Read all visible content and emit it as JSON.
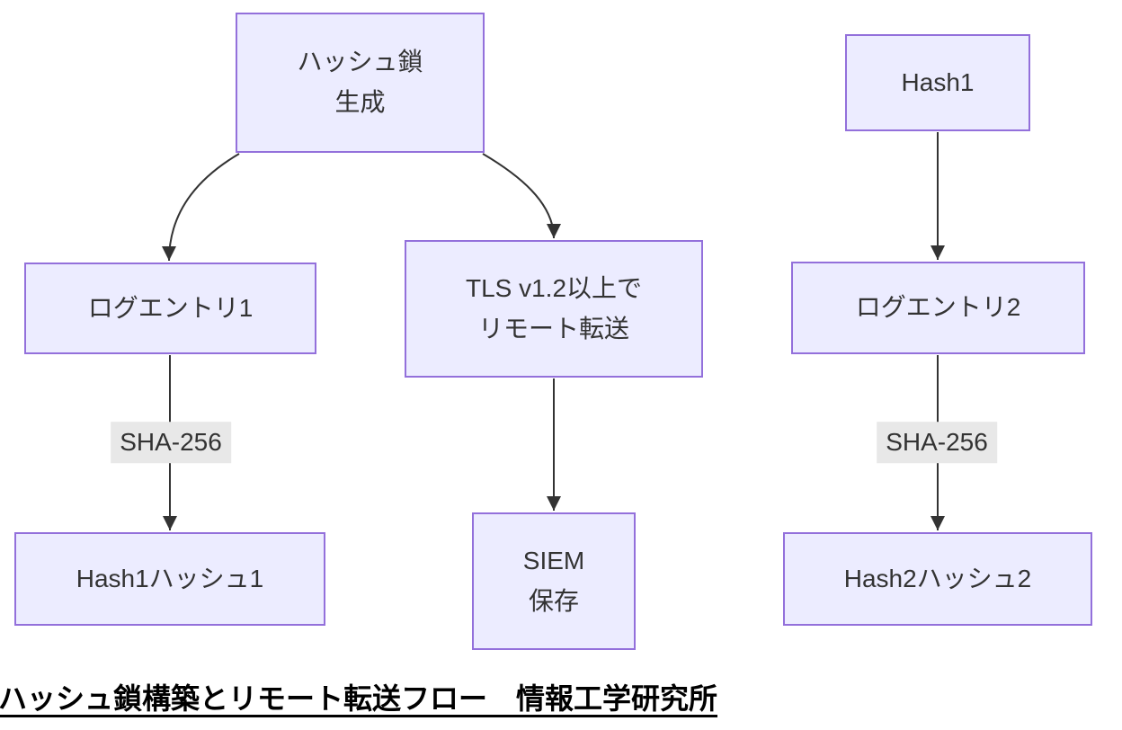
{
  "colors": {
    "node_fill": "#ECECFF",
    "node_border": "#9370DB",
    "node_text": "#333333",
    "edge_color": "#333333",
    "edge_label_bg": "#e8e8e8",
    "title_color": "#000000",
    "background": "#ffffff"
  },
  "diagram": {
    "type": "flowchart",
    "title": "ハッシュ鎖構築とリモート転送フロー　情報工学研究所",
    "nodes": {
      "hash_chain_gen": {
        "line1": "ハッシュ鎖",
        "line2": "生成"
      },
      "log_entry_1": {
        "label": "ログエントリ1"
      },
      "tls_transfer": {
        "line1": "TLS v1.2以上で",
        "line2": "リモート転送"
      },
      "hash1_hash1": {
        "label": "Hash1ハッシュ1"
      },
      "siem_store": {
        "line1": "SIEM",
        "line2": "保存"
      },
      "hash1": {
        "label": "Hash1"
      },
      "log_entry_2": {
        "label": "ログエントリ2"
      },
      "hash2_hash2": {
        "label": "Hash2ハッシュ2"
      }
    },
    "edges": [
      {
        "from": "hash_chain_gen",
        "to": "log_entry_1",
        "label": ""
      },
      {
        "from": "hash_chain_gen",
        "to": "tls_transfer",
        "label": ""
      },
      {
        "from": "log_entry_1",
        "to": "hash1_hash1",
        "label": "SHA-256"
      },
      {
        "from": "tls_transfer",
        "to": "siem_store",
        "label": ""
      },
      {
        "from": "hash1",
        "to": "log_entry_2",
        "label": ""
      },
      {
        "from": "log_entry_2",
        "to": "hash2_hash2",
        "label": "SHA-256"
      }
    ]
  }
}
